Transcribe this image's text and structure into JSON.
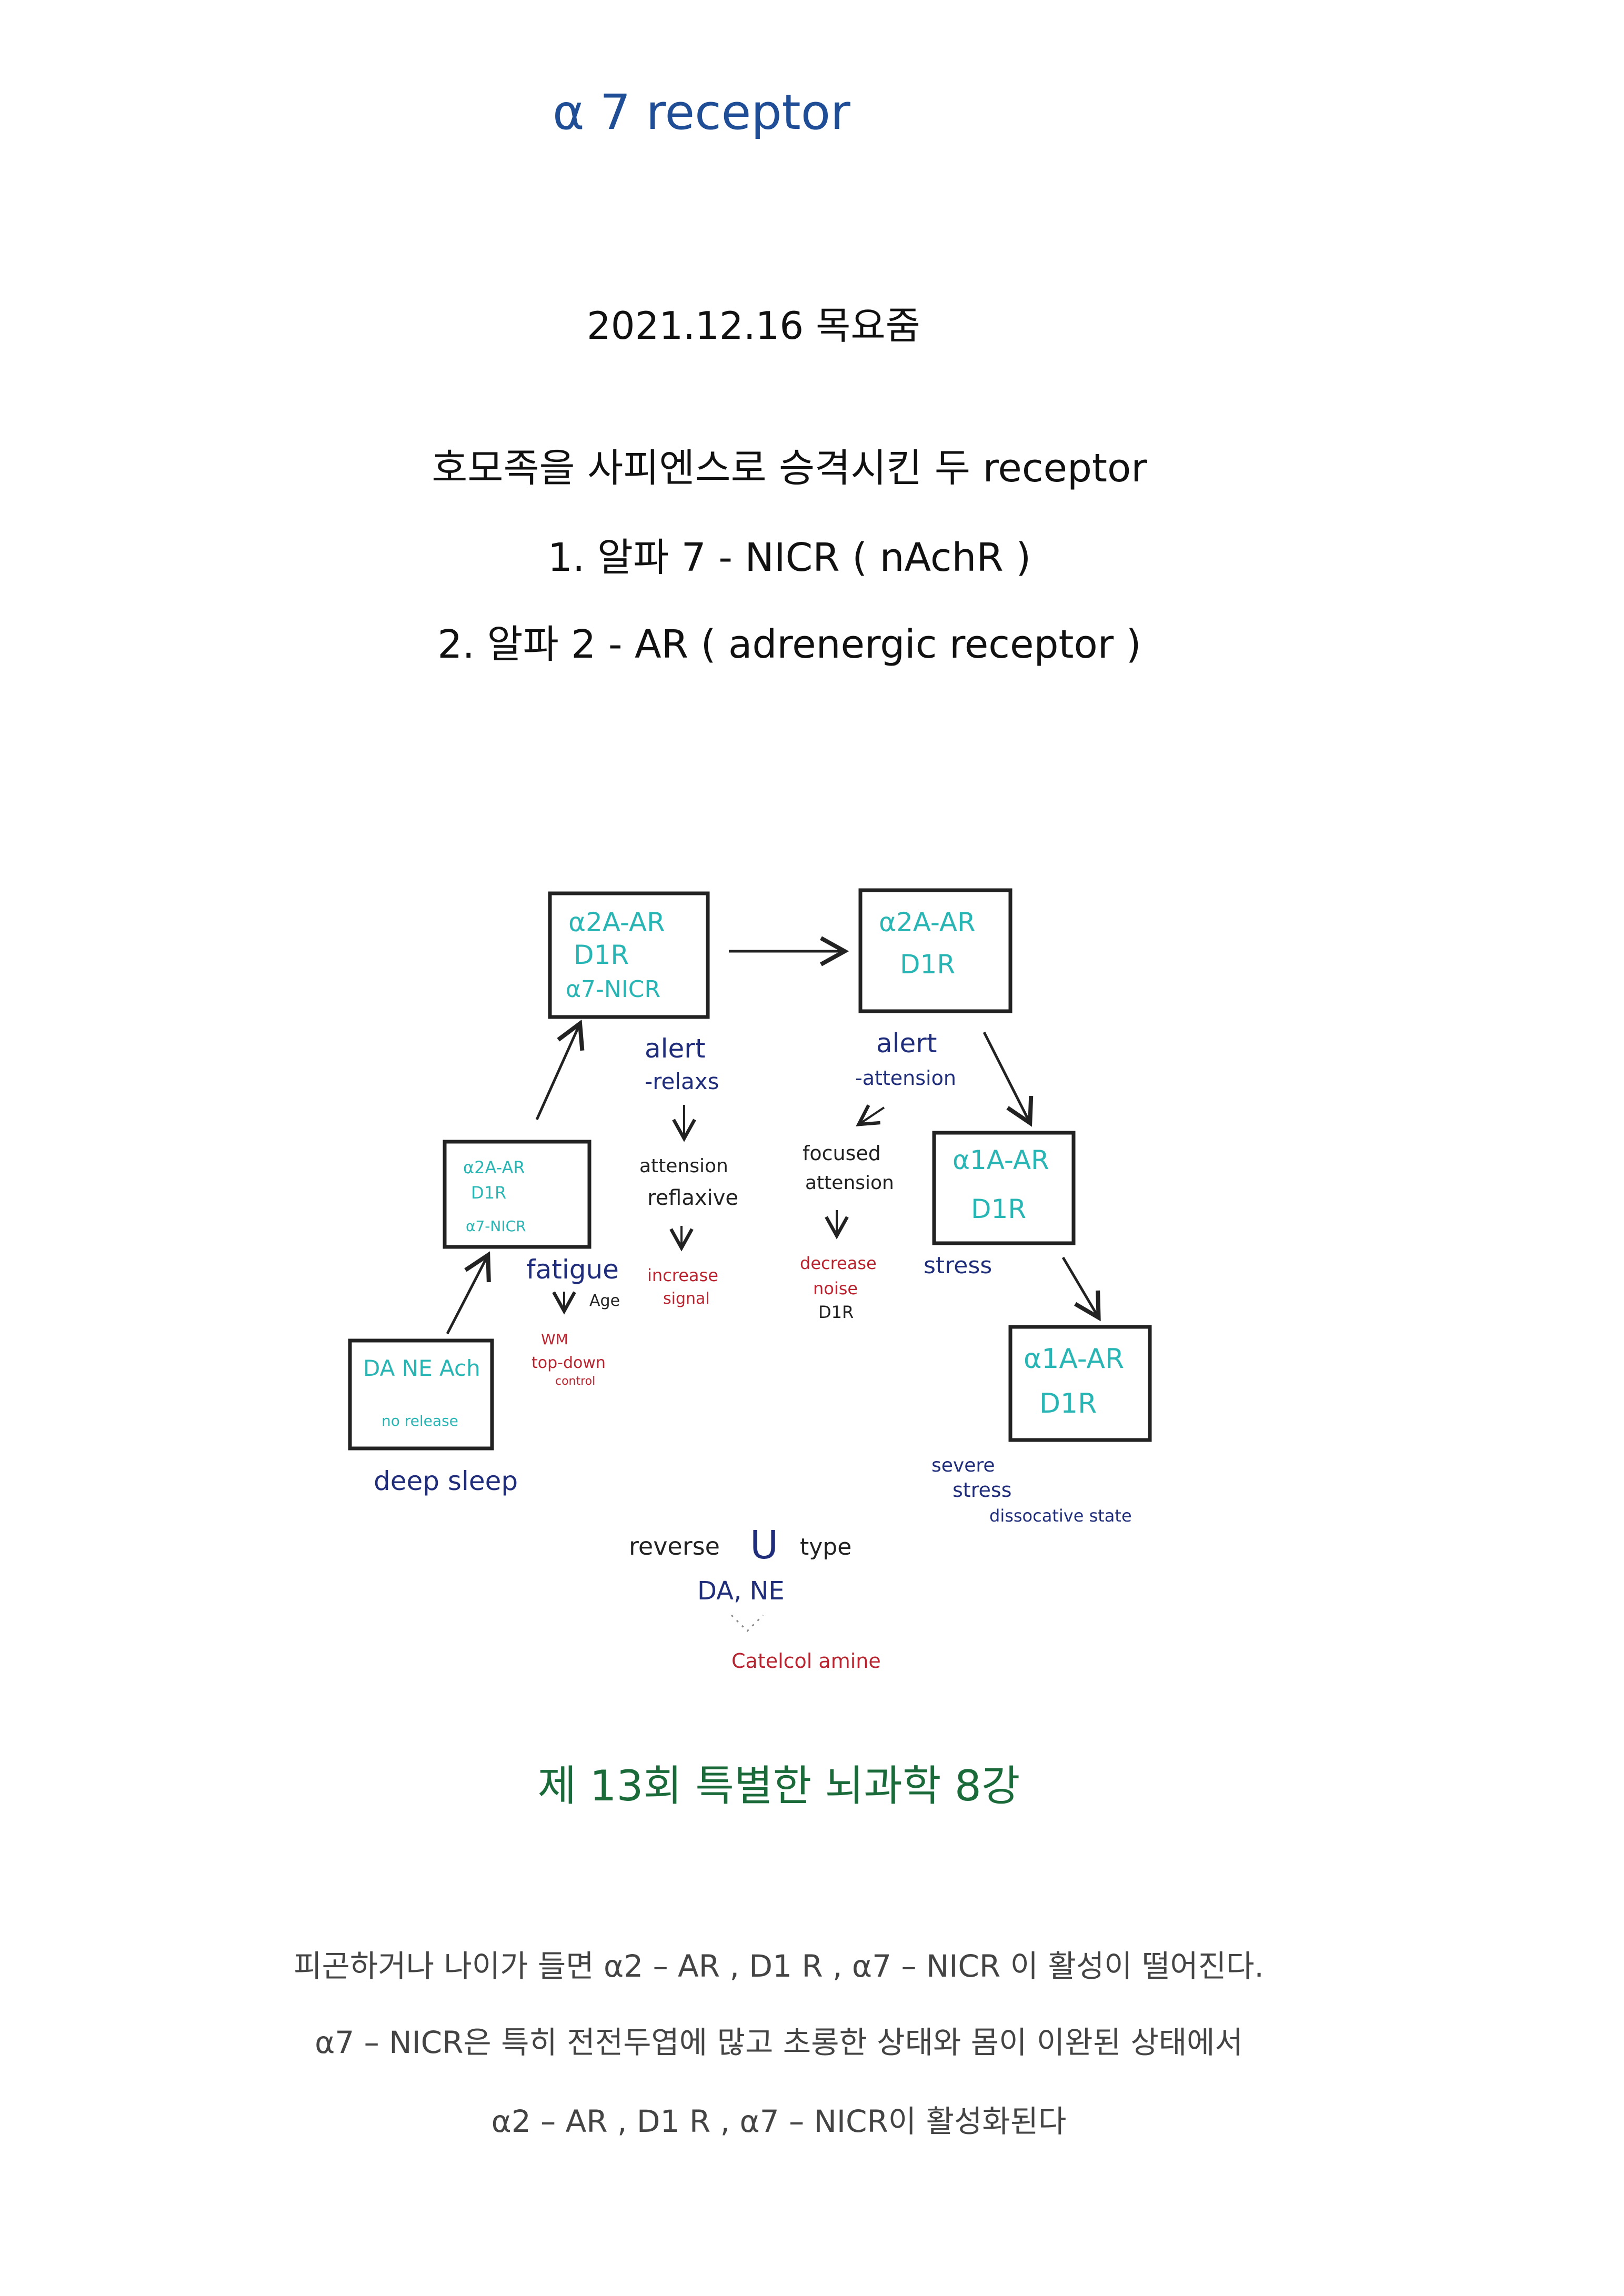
{
  "header": {
    "title": "α 7 receptor",
    "date": "2021.12.16 목요줌"
  },
  "intro": {
    "line1": "호모족을 사피엔스로 승격시킨 두 receptor",
    "line2": "1. 알파 7 -  NICR ( nAchR )",
    "line3": "2. 알파 2 - AR ( adrenergic receptor )"
  },
  "diagram": {
    "box_top_left": {
      "line1": "α2A-AR",
      "line2": "D1R",
      "line3": "α7-NICR"
    },
    "box_top_right": {
      "line1": "α2A-AR",
      "line2": "D1R"
    },
    "box_mid_left": {
      "line1": "α2A-AR",
      "line2": "D1R",
      "line3": "α7-NICR"
    },
    "box_mid_right": {
      "line1": "α1A-AR",
      "line2": "D1R"
    },
    "box_sleep": {
      "line1": "DA  NE  Ach",
      "line2": "no release"
    },
    "box_bottom_right": {
      "line1": "α1A-AR",
      "line2": "D1R"
    },
    "alert_relaxs": {
      "line1": "alert",
      "line2": "-relaxs"
    },
    "alert_attension": {
      "line1": "alert",
      "line2": "-attension"
    },
    "attension_reflaxive": {
      "line1": "attension",
      "line2": "reflaxive"
    },
    "focused_attension": {
      "line1": "focused",
      "line2": "attension"
    },
    "increase_signal": {
      "line1": "increase",
      "line2": "signal"
    },
    "decrease_noise": {
      "line1": "decrease",
      "line2": "noise",
      "line3": "D1R"
    },
    "fatigue": "fatigue",
    "age": "Age",
    "wm": {
      "line1": "WM",
      "line2": "top-down",
      "line3": "control"
    },
    "stress": "stress",
    "deep_sleep": "deep sleep",
    "severe_stress": {
      "line1": "severe",
      "line2": "stress",
      "line3": "dissocative state"
    },
    "reverse": {
      "word1": "reverse",
      "u": "U",
      "word2": "type",
      "line2": "DA,  NE",
      "line3": "Catelcol amine"
    },
    "colors": {
      "cyan": "#2ab5b5",
      "navy": "#1f2d7a",
      "red": "#b8242f",
      "dark": "#222222"
    }
  },
  "lecture_title": "제 13회 특별한 뇌과학 8강",
  "body": {
    "line1": "피곤하거나 나이가 들면 α2 – AR , D1 R , α7 – NICR 이 활성이 떨어진다.",
    "line2": "α7 – NICR은 특히 전전두엽에 많고 초롱한 상태와 몸이 이완된 상태에서",
    "line3": "α2 – AR , D1 R , α7 – NICR이 활성화된다"
  }
}
